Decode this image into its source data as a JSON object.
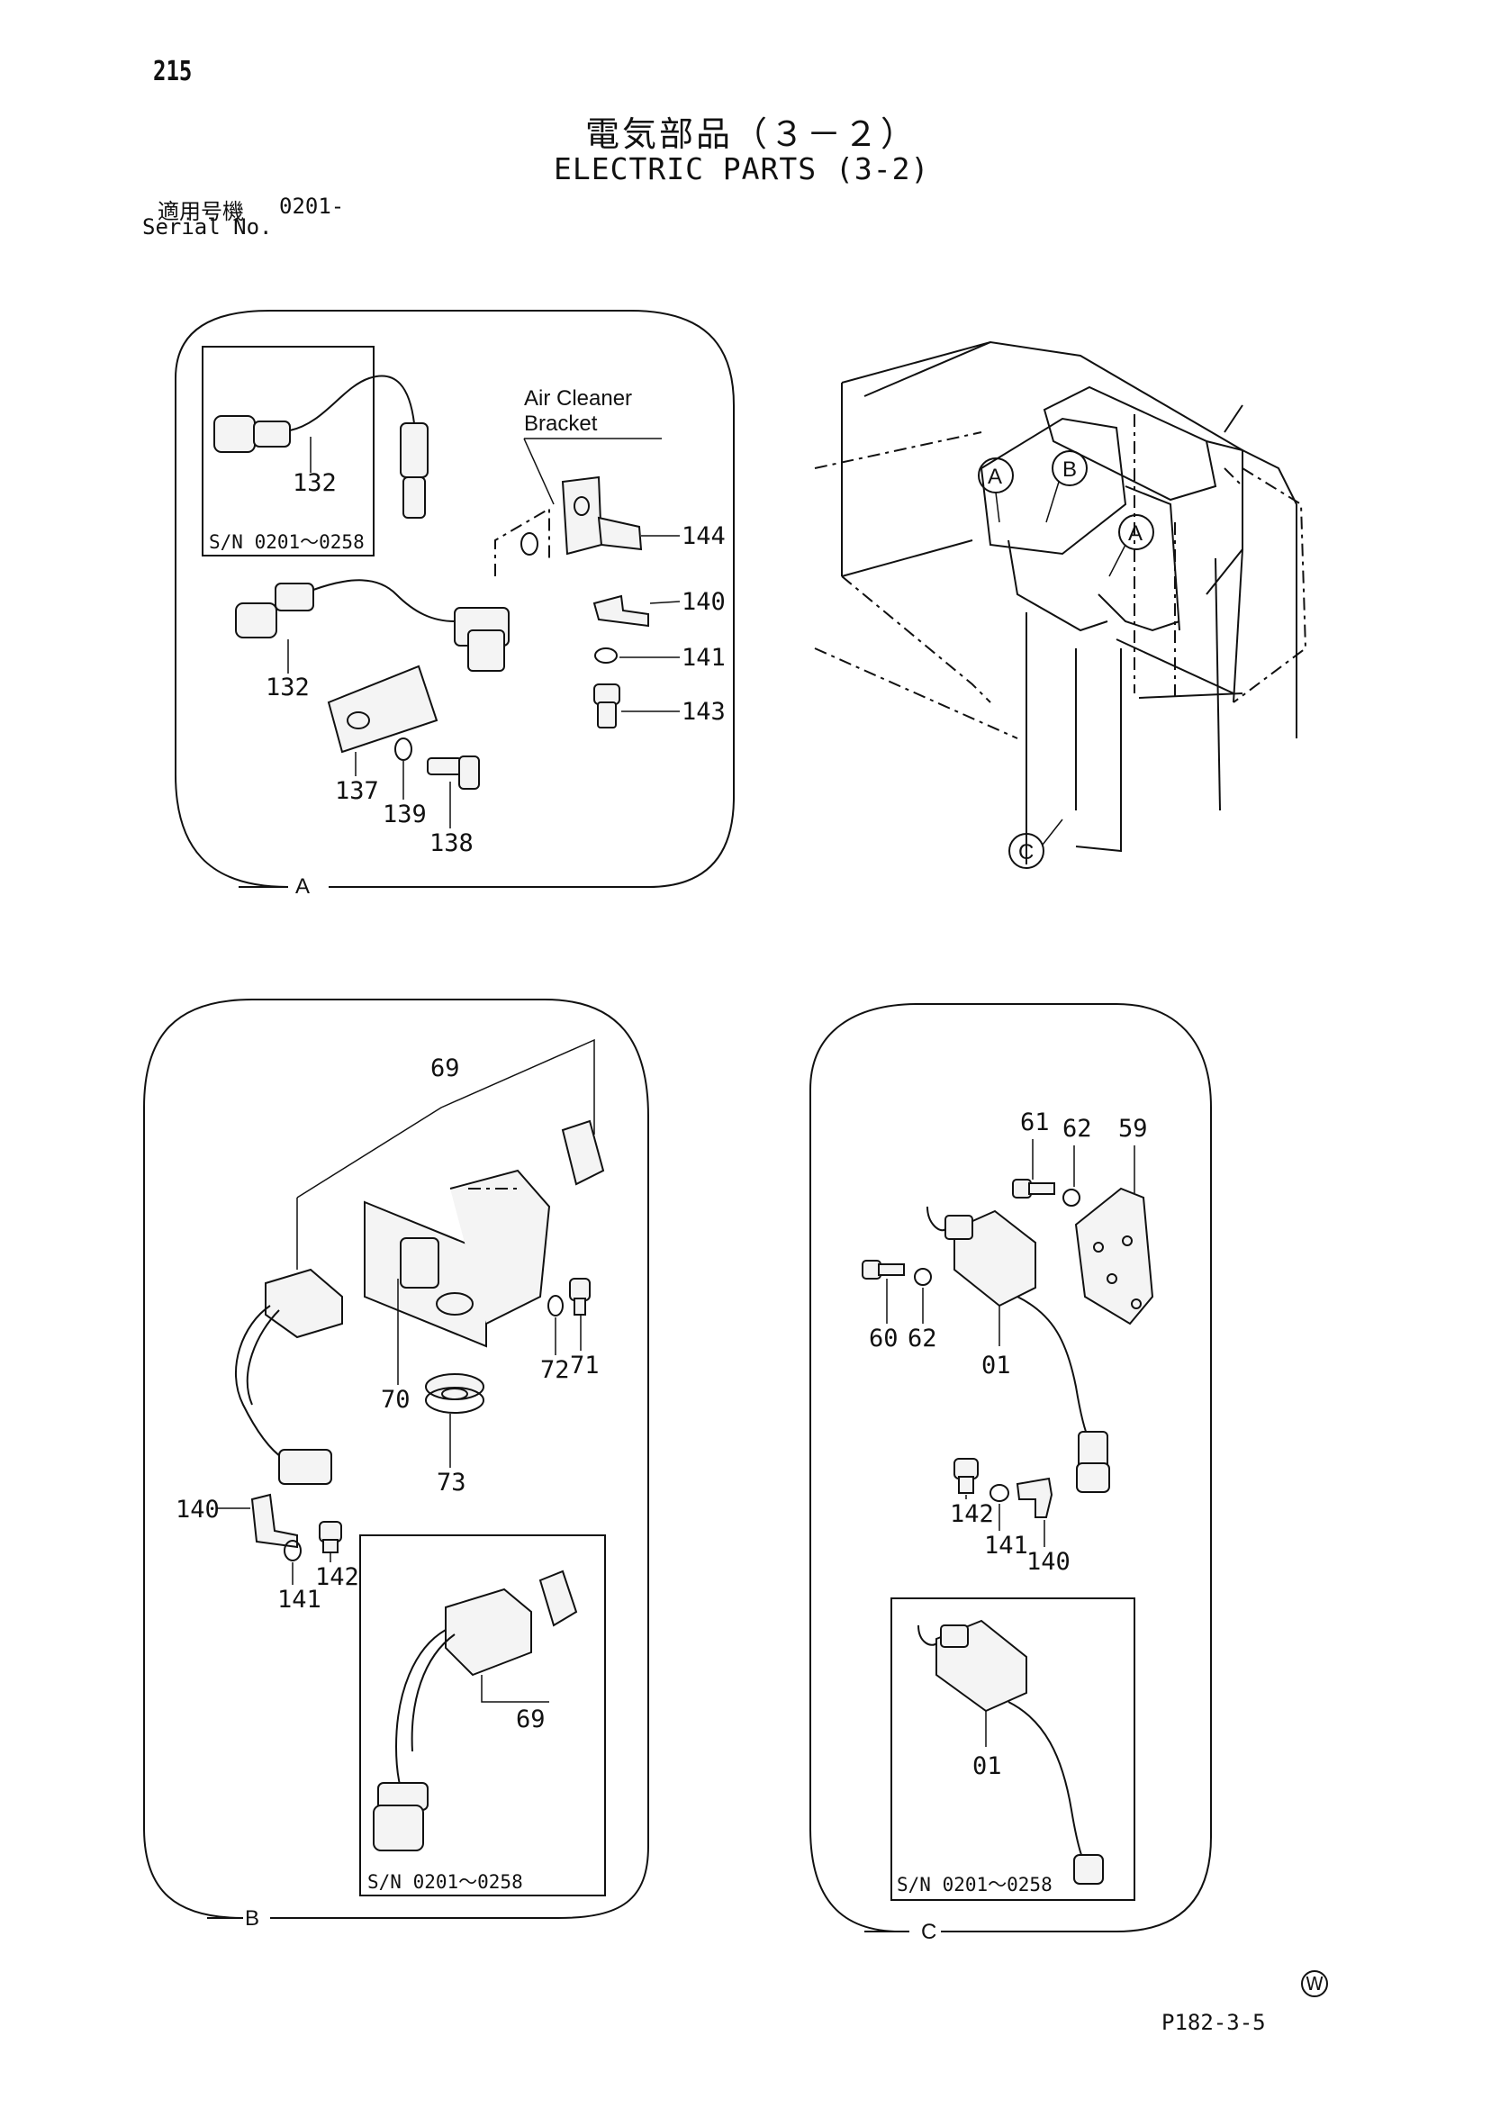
{
  "page_number": "215",
  "title_jp": "電気部品（３－２）",
  "title_en": "ELECTRIC PARTS (3-2)",
  "serial": {
    "label_jp": "適用号機",
    "value": "0201-",
    "label_en": "Serial No."
  },
  "detail_a": {
    "view_label": "A",
    "note_line1": "Air Cleaner",
    "note_line2": "Bracket",
    "inset_sn": "S/N  0201～0258",
    "parts": [
      "132",
      "132",
      "137",
      "139",
      "138",
      "144",
      "140",
      "141",
      "143"
    ]
  },
  "main_view": {
    "callouts": [
      "A",
      "B",
      "A",
      "C"
    ]
  },
  "detail_b": {
    "view_label": "B",
    "inset_sn": "S/N  0201～0258",
    "parts": [
      "69",
      "70",
      "73",
      "72",
      "71",
      "140",
      "141",
      "142",
      "69"
    ]
  },
  "detail_c": {
    "view_label": "C",
    "inset_sn": "S/N  0201～0258",
    "parts": [
      "61",
      "62",
      "59",
      "60",
      "62",
      "01",
      "142",
      "141",
      "140",
      "01"
    ]
  },
  "footer": {
    "mark": "W",
    "code": "P182-3-5"
  }
}
